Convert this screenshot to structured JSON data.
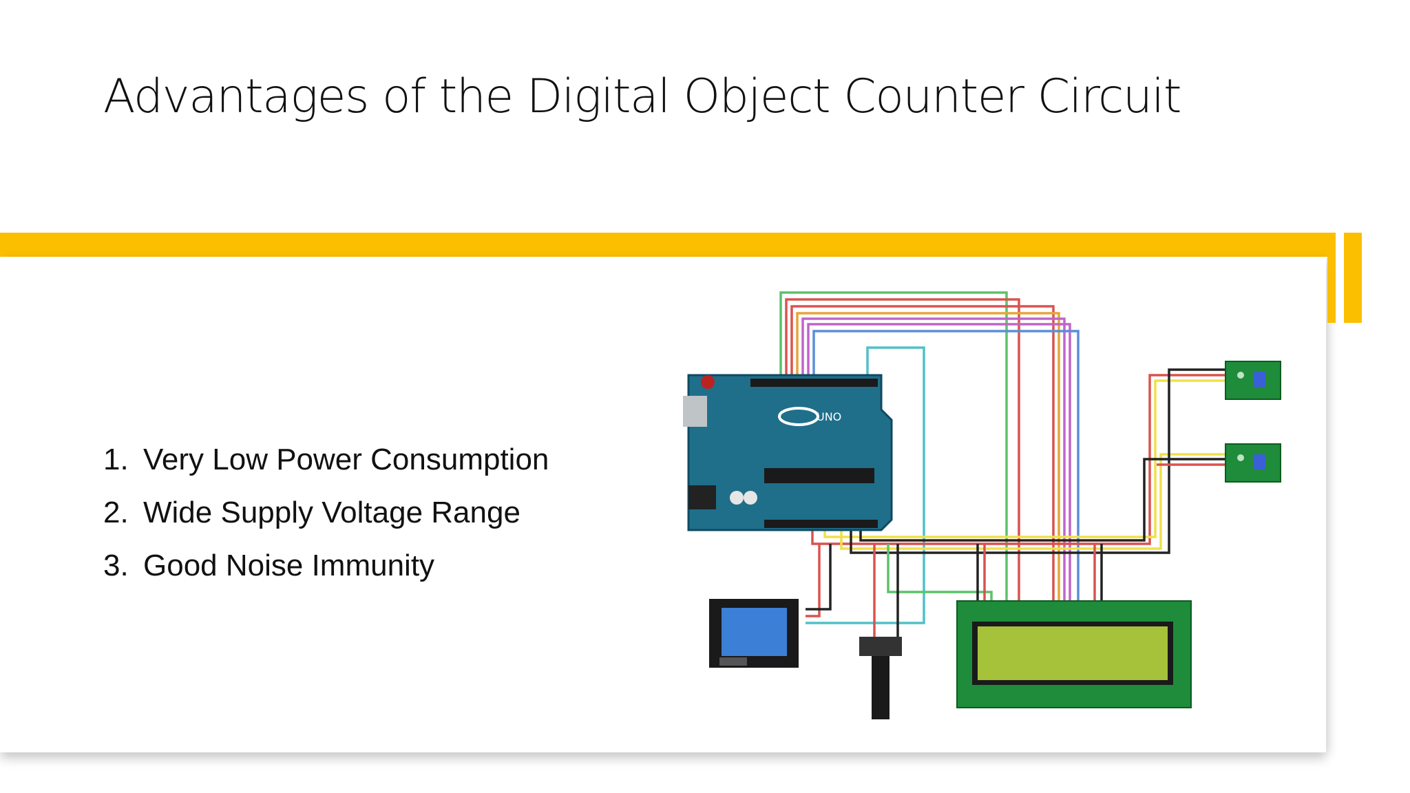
{
  "slide": {
    "title": "Advantages of the Digital Object Counter Circuit",
    "items": [
      {
        "number": "1.",
        "text": "Very Low Power Consumption"
      },
      {
        "number": "2.",
        "text": "Wide Supply Voltage Range"
      },
      {
        "number": "3.",
        "text": "Good Noise Immunity"
      }
    ]
  },
  "theme": {
    "accent": "#fbbf00",
    "arduino_blue": "#1f6f8b",
    "lcd_green": "#1e8c3a",
    "lcd_screen": "#a5c23a"
  },
  "circuit": {
    "board_label": "UNO"
  }
}
